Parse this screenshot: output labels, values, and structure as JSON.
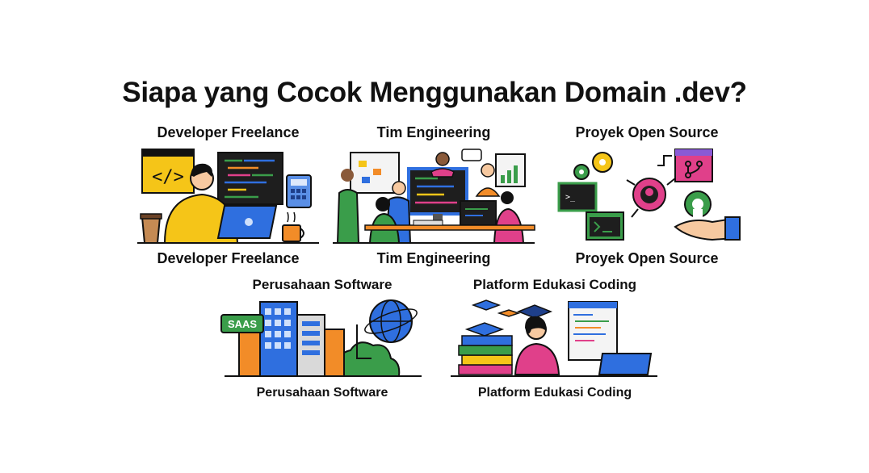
{
  "title": "Siapa yang Cocok Menggunakan Domain .dev?",
  "cards": [
    {
      "heading": "Developer Freelance",
      "caption": "Developer Freelance"
    },
    {
      "heading": "Tim Engineering",
      "caption": "Tim Engineering"
    },
    {
      "heading": "Proyek Open Source",
      "caption": "Proyek Open Source"
    },
    {
      "heading": "Perusahaan Software",
      "caption": "Perusahaan Software"
    },
    {
      "heading": "Platform Edukasi Coding",
      "caption": "Platform Edukasi Coding"
    }
  ],
  "illustration_text": {
    "code_tag": "</>",
    "terminal_prompt": ">_",
    "saas_sign": "SAAS"
  },
  "colors": {
    "yellow": "#f5c518",
    "blue": "#2f6fdf",
    "green": "#3a9d4a",
    "orange": "#f28c28",
    "pink": "#e0408a",
    "purple": "#8a5ad6",
    "dark": "#1e1e1e"
  }
}
